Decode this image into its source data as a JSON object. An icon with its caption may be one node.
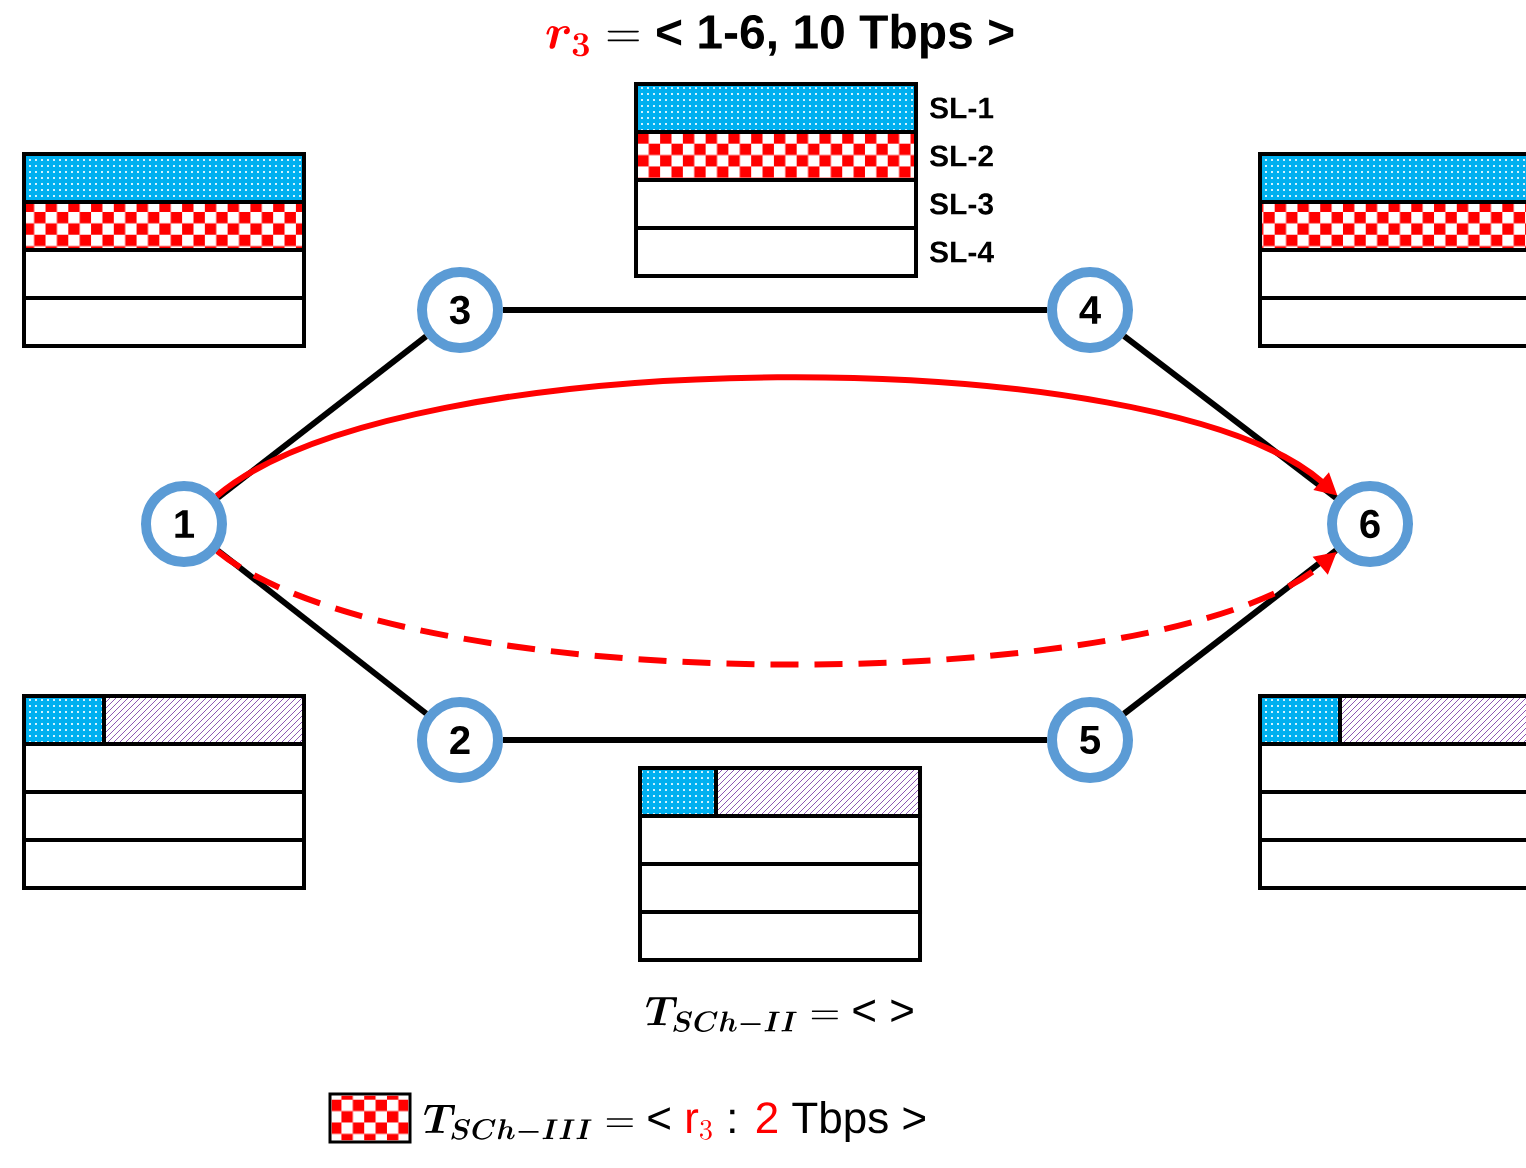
{
  "diagram": {
    "title": "{\\color{red}\\boldsymbol{r_{3}}} = \\text{< 1-6, 10 Tbps >}",
    "nodes": [
      {
        "text": [
          "1"
        ]
      },
      {
        "text": [
          "2"
        ]
      },
      {
        "text": [
          "3"
        ]
      },
      {
        "text": [
          "4"
        ]
      },
      {
        "text": [
          "5"
        ]
      },
      {
        "text": [
          "6"
        ]
      }
    ],
    "edges": [
      {
        "from": 0,
        "to": 2,
        "arrow": "none"
      },
      {
        "from": 2,
        "to": 3,
        "arrow": "none"
      },
      {
        "from": 3,
        "to": 5,
        "arrow": "none"
      },
      {
        "from": 0,
        "to": 1,
        "arrow": "none"
      },
      {
        "from": 1,
        "to": 4,
        "arrow": "none"
      },
      {
        "from": 4,
        "to": 5,
        "arrow": "none"
      },
      {
        "from": 0,
        "to": 5,
        "arrow": "to",
        "color": "#ff0000"
      },
      {
        "from": 0,
        "to": 5,
        "arrow": "to",
        "style": "dashed",
        "color": "#ff0000"
      }
    ],
    "labels": [
      "SL-1",
      "SL-2",
      "SL-3",
      "SL-4",
      "\\boldsymbol{T_{SCh-II}} = \\text{< >}"
    ],
    "legend": [
      {
        "text": "\\boldsymbol{T_{SCh-III}} = \\text{< }{\\color{red}\\mathrm{r}_{3}}\\text{ : }{\\color{red}\\text{2}}\\text{ Tbps >}"
      }
    ]
  }
}
